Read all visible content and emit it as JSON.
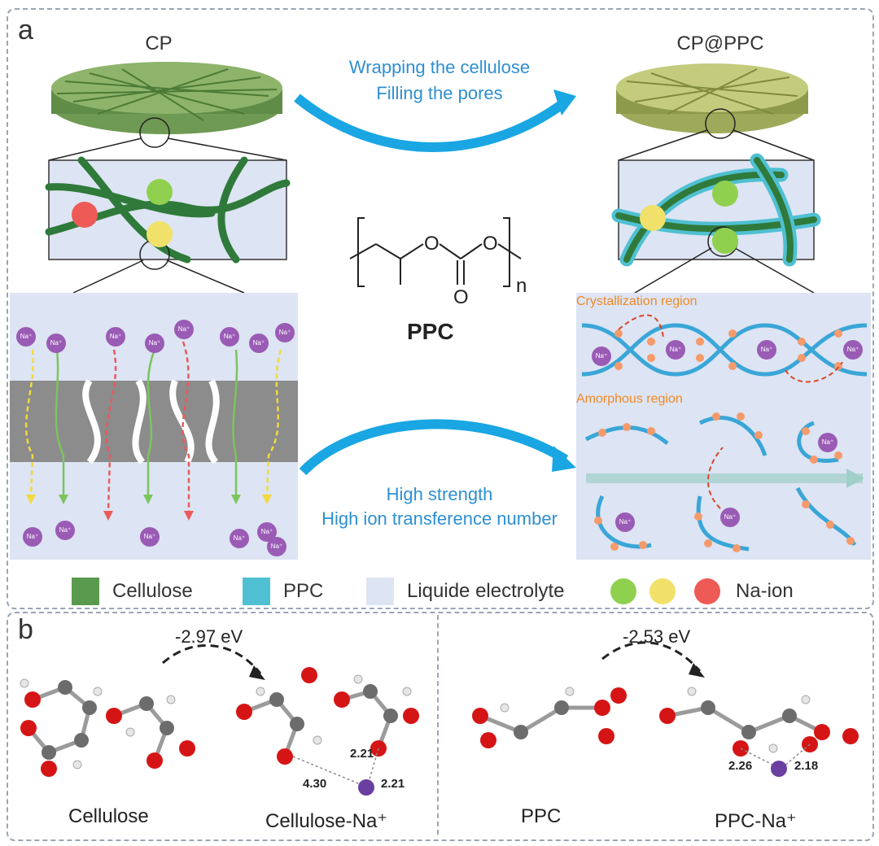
{
  "panel_a": {
    "letter": "a",
    "left_title": "CP",
    "right_title": "CP@PPC",
    "top_arrow_line1": "Wrapping the cellulose",
    "top_arrow_line2": "Filling the pores",
    "bottom_arrow_line1": "High strength",
    "bottom_arrow_line2": "High ion transference number",
    "polymer_label": "PPC",
    "formula": {
      "o1": "O",
      "o2": "O",
      "o3": "O",
      "n": "n"
    },
    "crystallization_label": "Crystallization region",
    "amorphous_label": "Amorphous region",
    "na_ion": "Na⁺"
  },
  "legend": {
    "cellulose": {
      "label": "Cellulose",
      "color": "#5a9a4e"
    },
    "ppc": {
      "label": "PPC",
      "color": "#4fc0d2"
    },
    "electrolyte": {
      "label": "Liquide electrolyte",
      "color": "#dde4f3"
    },
    "na_ion": {
      "label": "Na-ion",
      "faces": [
        "#8fd14f",
        "#f1e16b",
        "#ee5a55"
      ]
    }
  },
  "panel_b": {
    "letter": "b",
    "left": {
      "energy": "-2.97 eV",
      "label_1": "Cellulose",
      "label_2": "Cellulose-Na⁺",
      "distances": [
        "2.21",
        "4.30",
        "2.21"
      ]
    },
    "right": {
      "energy": "-2.53 eV",
      "label_1": "PPC",
      "label_2": "PPC-Na⁺",
      "distances": [
        "2.26",
        "2.18"
      ]
    }
  }
}
